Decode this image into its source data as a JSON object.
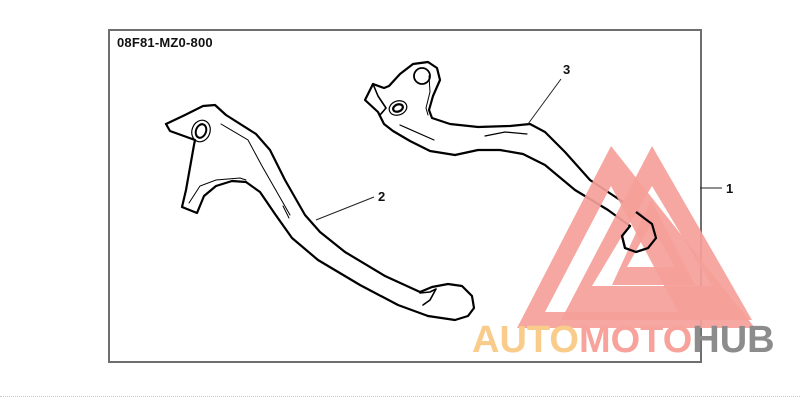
{
  "diagram": {
    "part_number": "08F81-MZ0-800",
    "callouts": [
      {
        "id": "1",
        "label": "1",
        "refers_to": "lever-set"
      },
      {
        "id": "2",
        "label": "2",
        "refers_to": "clutch-lever"
      },
      {
        "id": "3",
        "label": "3",
        "refers_to": "brake-lever"
      }
    ]
  },
  "watermark": {
    "part1": "AUTO",
    "part2": "MOTO",
    "part3": "HUB",
    "colors": {
      "auto": "#f9cc8b",
      "moto": "#f7a39c",
      "hub": "#8c8c8c",
      "triangle": "#f5a099"
    }
  }
}
